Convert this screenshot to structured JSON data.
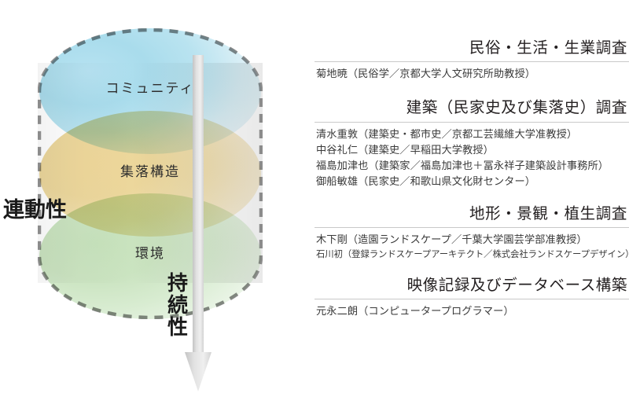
{
  "diagram": {
    "title_label": "research-framework-cylinder",
    "layers": [
      {
        "id": "community",
        "label": "コミュニティ",
        "color": "#a9dcec"
      },
      {
        "id": "structure",
        "label": "集落構造",
        "color": "#ecd79c"
      },
      {
        "id": "environment",
        "label": "環境",
        "color": "#cbe4c1"
      }
    ],
    "side_label": "連動性",
    "arrow_label": "持続性",
    "outline_color": "#8c8c8c",
    "arrow_color": "#d9d9d9"
  },
  "panel": {
    "sections": [
      {
        "heading": "民俗・生活・生業調査",
        "members": [
          {
            "text": "菊地暁（民俗学／京都大学人文研究所助教授）",
            "small": false
          }
        ]
      },
      {
        "heading": "建築（民家史及び集落史）調査",
        "members": [
          {
            "text": "清水重敦（建築史・都市史／京都工芸繊維大学准教授）",
            "small": false
          },
          {
            "text": "中谷礼仁（建築史／早稲田大学教授）",
            "small": false
          },
          {
            "text": "福島加津也（建築家／福島加津也＋冨永祥子建築設計事務所）",
            "small": false
          },
          {
            "text": "御船敏雄（民家史／和歌山県文化財センター）",
            "small": false
          }
        ]
      },
      {
        "heading": "地形・景観・植生調査",
        "members": [
          {
            "text": "木下剛（造園ランドスケープ／千葉大学園芸学部准教授）",
            "small": false
          },
          {
            "text": "石川初（登録ランドスケープアーキテクト／株式会社ランドスケープデザイン）",
            "small": true
          }
        ]
      },
      {
        "heading": "映像記録及びデータベース構築",
        "members": [
          {
            "text": "元永二朗（コンピュータープログラマー）",
            "small": false
          }
        ]
      }
    ]
  }
}
